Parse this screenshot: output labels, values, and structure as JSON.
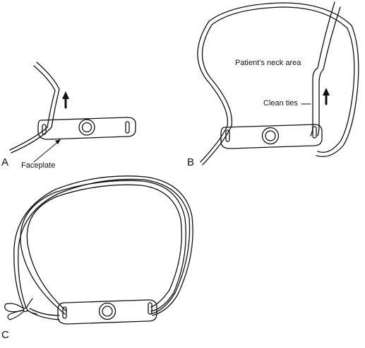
{
  "panels": {
    "a": {
      "letter": "A",
      "faceplate_label": "Faceplate"
    },
    "b": {
      "letter": "B",
      "neck_label": "Patient’s neck area",
      "ties_label": "Clean ties"
    },
    "c": {
      "letter": "C"
    }
  },
  "colors": {
    "line": "#111111",
    "background": "#ffffff"
  },
  "icons": [
    "up-arrow-icon",
    "leader-arrow-icon",
    "bow-knot-icon"
  ]
}
